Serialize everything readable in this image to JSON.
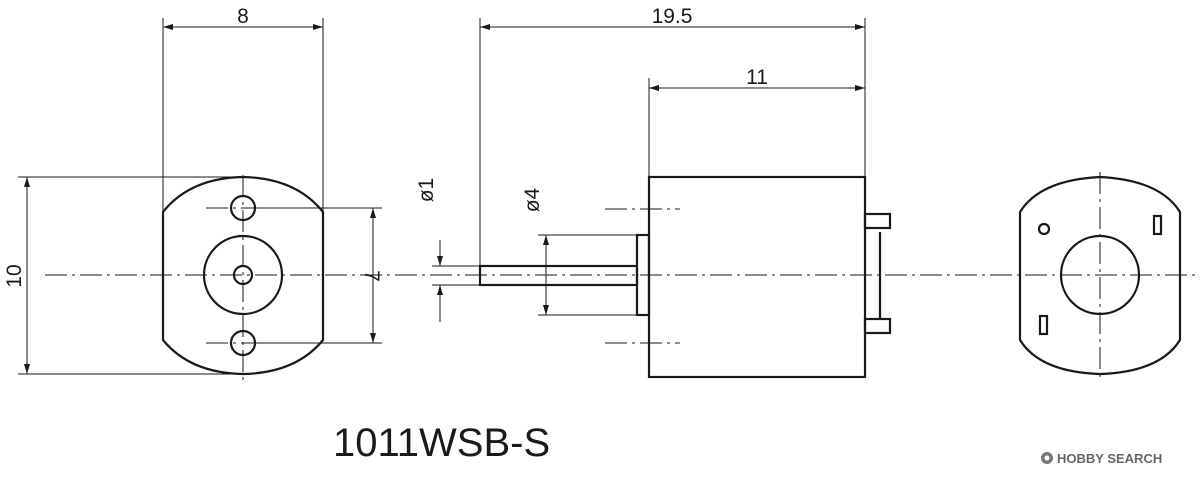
{
  "drawing": {
    "model_label": "1011WSB-S",
    "dimensions": {
      "front_width": "8",
      "front_height": "10",
      "hole_spacing": "7",
      "total_length": "19.5",
      "body_length": "11",
      "shaft_diameter": "ø1",
      "boss_diameter": "ø4"
    }
  },
  "watermark": {
    "text": "HOBBY SEARCH",
    "icon": "hobby-search-logo-icon"
  }
}
